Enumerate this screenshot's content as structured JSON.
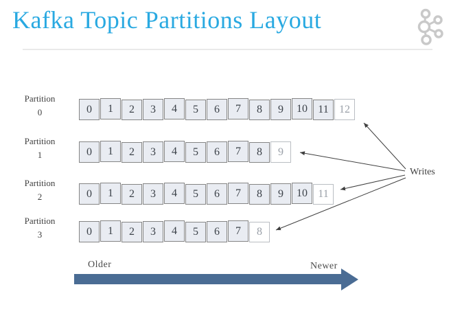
{
  "title": "Kafka Topic Partitions Layout",
  "logo": {
    "name": "kafka-logo"
  },
  "colors": {
    "title_accent": "#29a9e1",
    "cell_fill": "#e9ecf2",
    "cell_border": "#848484",
    "cell_text": "#3c4249",
    "next_cell_text": "#9aa0a8",
    "connector_line": "#3f3f3f",
    "big_arrow": "#4a6c94",
    "logo_gray": "#c9c9c9"
  },
  "partitions": [
    {
      "name": "Partition",
      "number": "0",
      "offsets": [
        "0",
        "1",
        "2",
        "3",
        "4",
        "5",
        "6",
        "7",
        "8",
        "9",
        "10",
        "11"
      ],
      "next_offset": "12"
    },
    {
      "name": "Partition",
      "number": "1",
      "offsets": [
        "0",
        "1",
        "2",
        "3",
        "4",
        "5",
        "6",
        "7",
        "8"
      ],
      "next_offset": "9"
    },
    {
      "name": "Partition",
      "number": "2",
      "offsets": [
        "0",
        "1",
        "2",
        "3",
        "4",
        "5",
        "6",
        "7",
        "8",
        "9",
        "10"
      ],
      "next_offset": "11"
    },
    {
      "name": "Partition",
      "number": "3",
      "offsets": [
        "0",
        "1",
        "2",
        "3",
        "4",
        "5",
        "6",
        "7"
      ],
      "next_offset": "8"
    }
  ],
  "writes_label": "Writes",
  "timeline": {
    "older_label": "Older",
    "newer_label": "Newer"
  }
}
